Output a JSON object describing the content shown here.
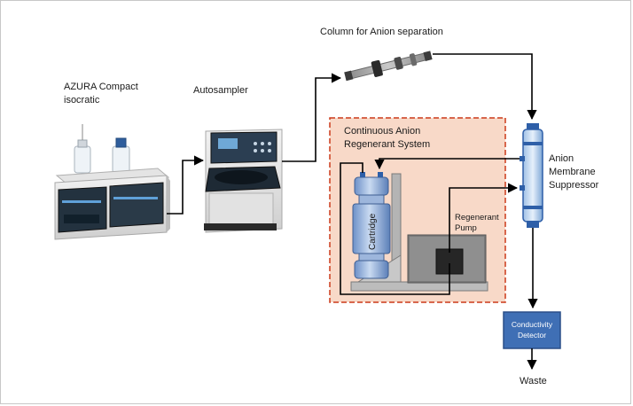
{
  "labels": {
    "pump": [
      "AZURA Compact",
      "isocratic"
    ],
    "autosampler": "Autosampler",
    "column": "Column for Anion separation",
    "regenerant_system": [
      "Continuous Anion",
      "Regenerant System"
    ],
    "cartridge": "Cartridge",
    "regenerant_pump": [
      "Regenerant",
      "Pump"
    ],
    "suppressor": [
      "Anion",
      "Membrane",
      "Suppressor"
    ],
    "detector": [
      "Conductivity",
      "Detector"
    ],
    "waste": "Waste"
  },
  "colors": {
    "regenerant_box_fill": "#f8d9c8",
    "regenerant_box_border": "#cc3a1a",
    "detector_fill": "#3f6fb5",
    "detector_border": "#2a4f88",
    "tube": "#000000",
    "suppressor_fill": "#cfe0f3",
    "suppressor_blue": "#2e5fa8"
  }
}
